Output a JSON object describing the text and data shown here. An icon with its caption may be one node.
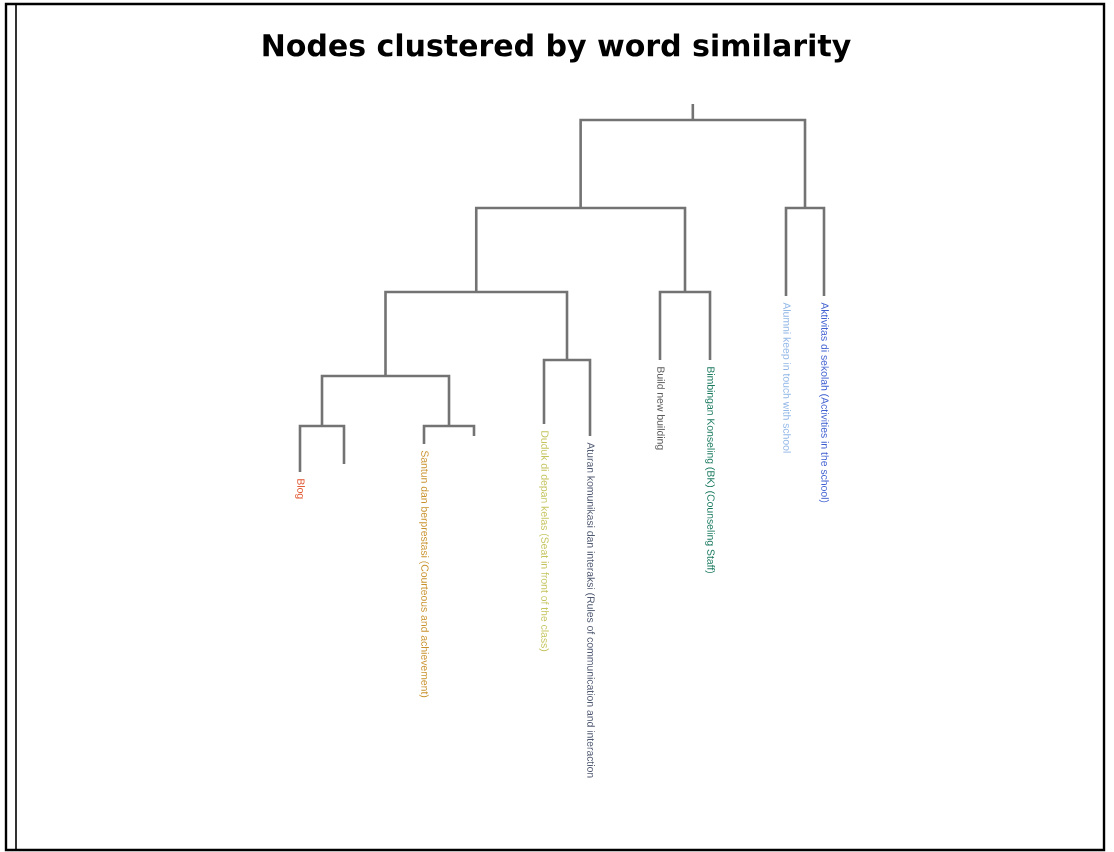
{
  "diagram": {
    "title": "Nodes clustered by word similarity",
    "labels": [
      "Blog",
      "Santun dan berprestasi (Courteous and achievement)",
      "Duduk di depan kelas (Seat in front of the class)",
      "Aturan komunikasi dan interaksi (Rules of communication and interaction",
      "Build new building",
      "Bimbingan Konseling (BK) (Counseling Staff)",
      "Alumni keep in touch with school",
      "Aktivitas di sekolah (Activities in the school)"
    ]
  }
}
